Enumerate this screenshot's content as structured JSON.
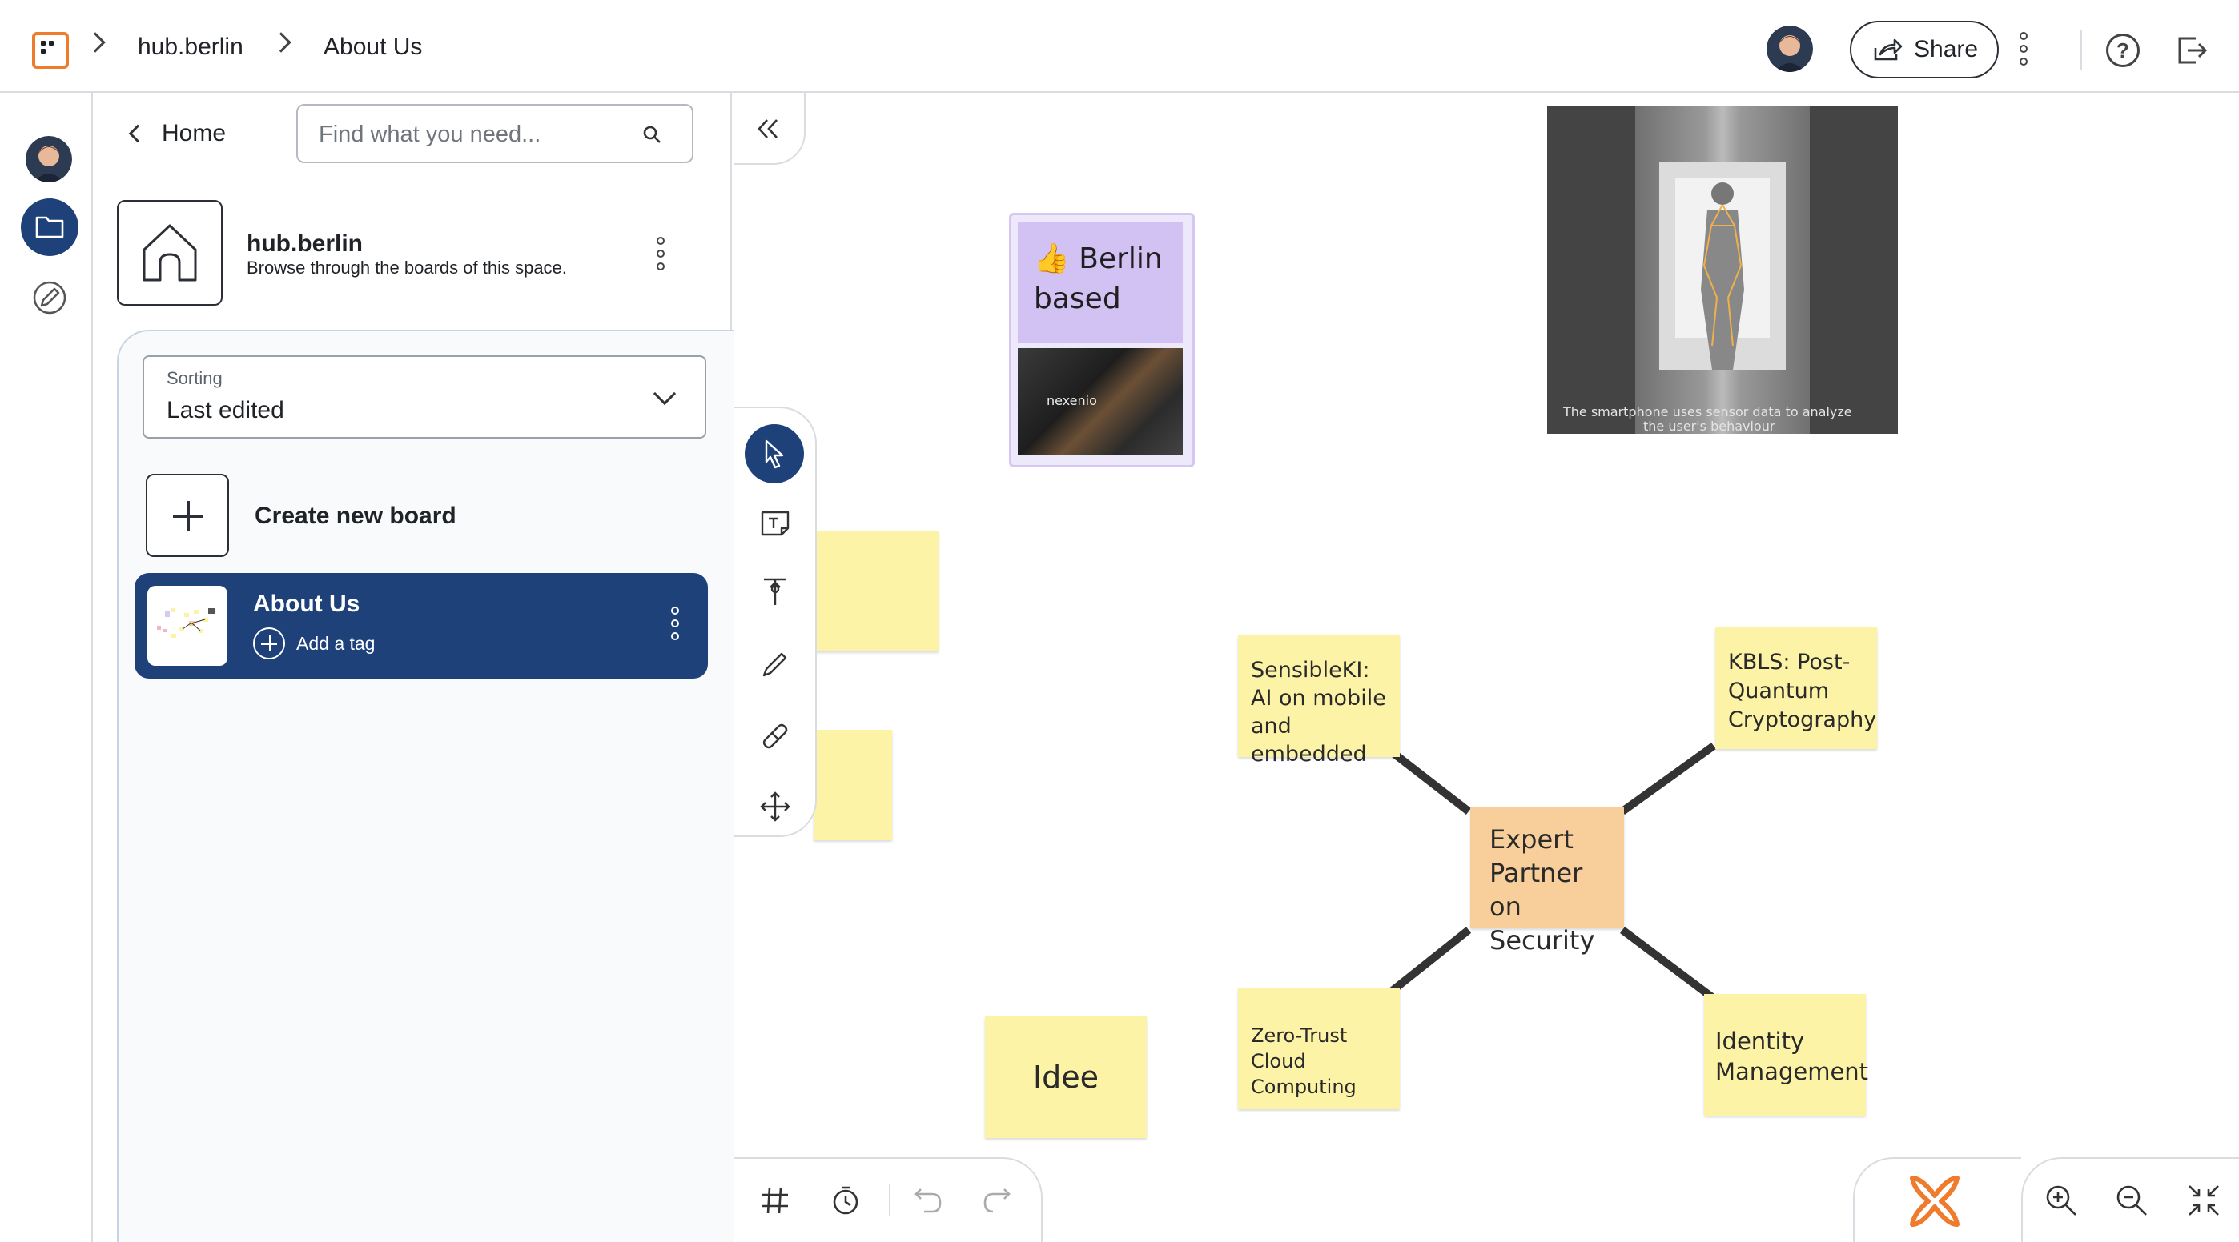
{
  "breadcrumb": {
    "space": "hub.berlin",
    "board": "About Us"
  },
  "header": {
    "share_label": "Share",
    "help_label": "?"
  },
  "sidebar": {
    "home_label": "Home",
    "search_placeholder": "Find what you need...",
    "space": {
      "title": "hub.berlin",
      "subtitle": "Browse through the boards of this space."
    },
    "sorting": {
      "label": "Sorting",
      "value": "Last edited"
    },
    "create_label": "Create new board",
    "boards": [
      {
        "name": "About Us",
        "tag_label": "Add a tag"
      }
    ]
  },
  "canvas": {
    "berlin_card_text": "👍 Berlin based",
    "berlin_card_image_text": "nexenio",
    "photo_caption_1": "The smartphone uses sensor data to analyze",
    "photo_caption_2": "the user's behaviour",
    "center_note": "Expert Partner on Security",
    "notes": {
      "sensible": "SensibleKI: AI on mobile and embedded",
      "kbls": "KBLS: Post-Quantum Cryptography",
      "zerotrust": "Zero-Trust Cloud Computing",
      "identity": "Identity Management",
      "idee": "Idee"
    }
  },
  "colors": {
    "brand_navy": "#1d4178",
    "accent_orange": "#ef7b2c",
    "sticky_yellow": "#fdf3a7",
    "sticky_orange": "#f8cf9a",
    "card_lavender": "#d2c1f3"
  }
}
